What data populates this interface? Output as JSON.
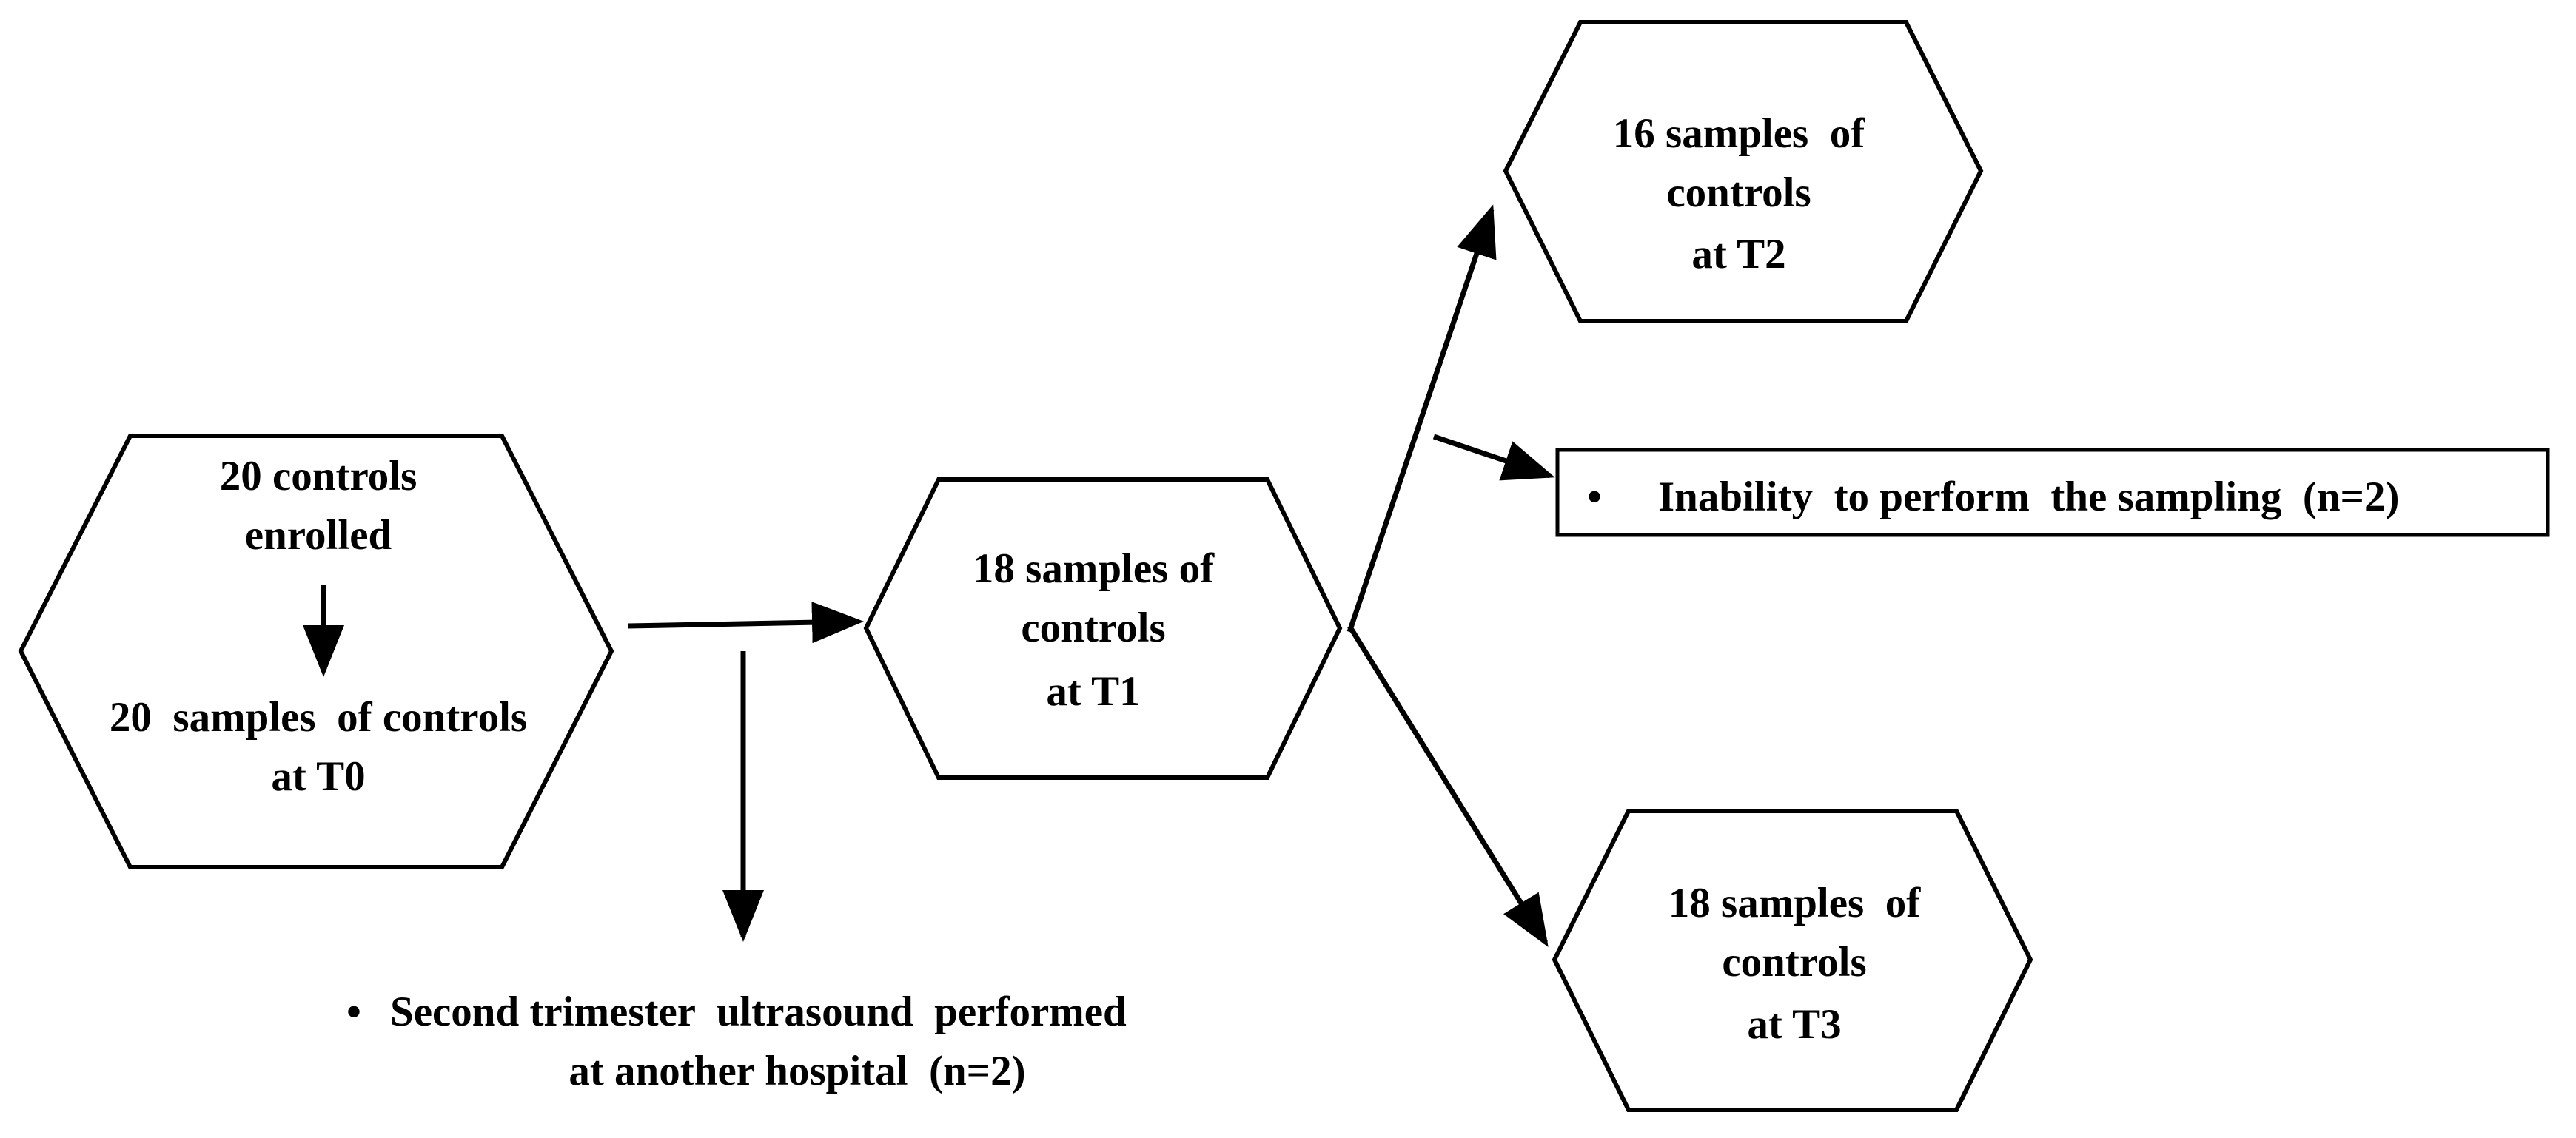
{
  "nodes": {
    "t0": {
      "line1": "20 controls",
      "line2": "enrolled",
      "line3": "20  samples  of controls",
      "line4": "at T0"
    },
    "t1": {
      "line1": "18 samples of",
      "line2": "controls",
      "line3": "at T1"
    },
    "t2": {
      "line1": "16 samples  of",
      "line2": "controls",
      "line3": "at T2"
    },
    "t3": {
      "line1": "18 samples  of",
      "line2": "controls",
      "line3": "at T3"
    }
  },
  "exclusions": {
    "t0_t1": {
      "bullet": "•",
      "line1": "Second trimester  ultrasound  performed",
      "line2": "at another hospital  (n=2)"
    },
    "t1_t2": {
      "bullet": "•",
      "text": "Inability  to perform  the sampling  (n=2)"
    }
  }
}
